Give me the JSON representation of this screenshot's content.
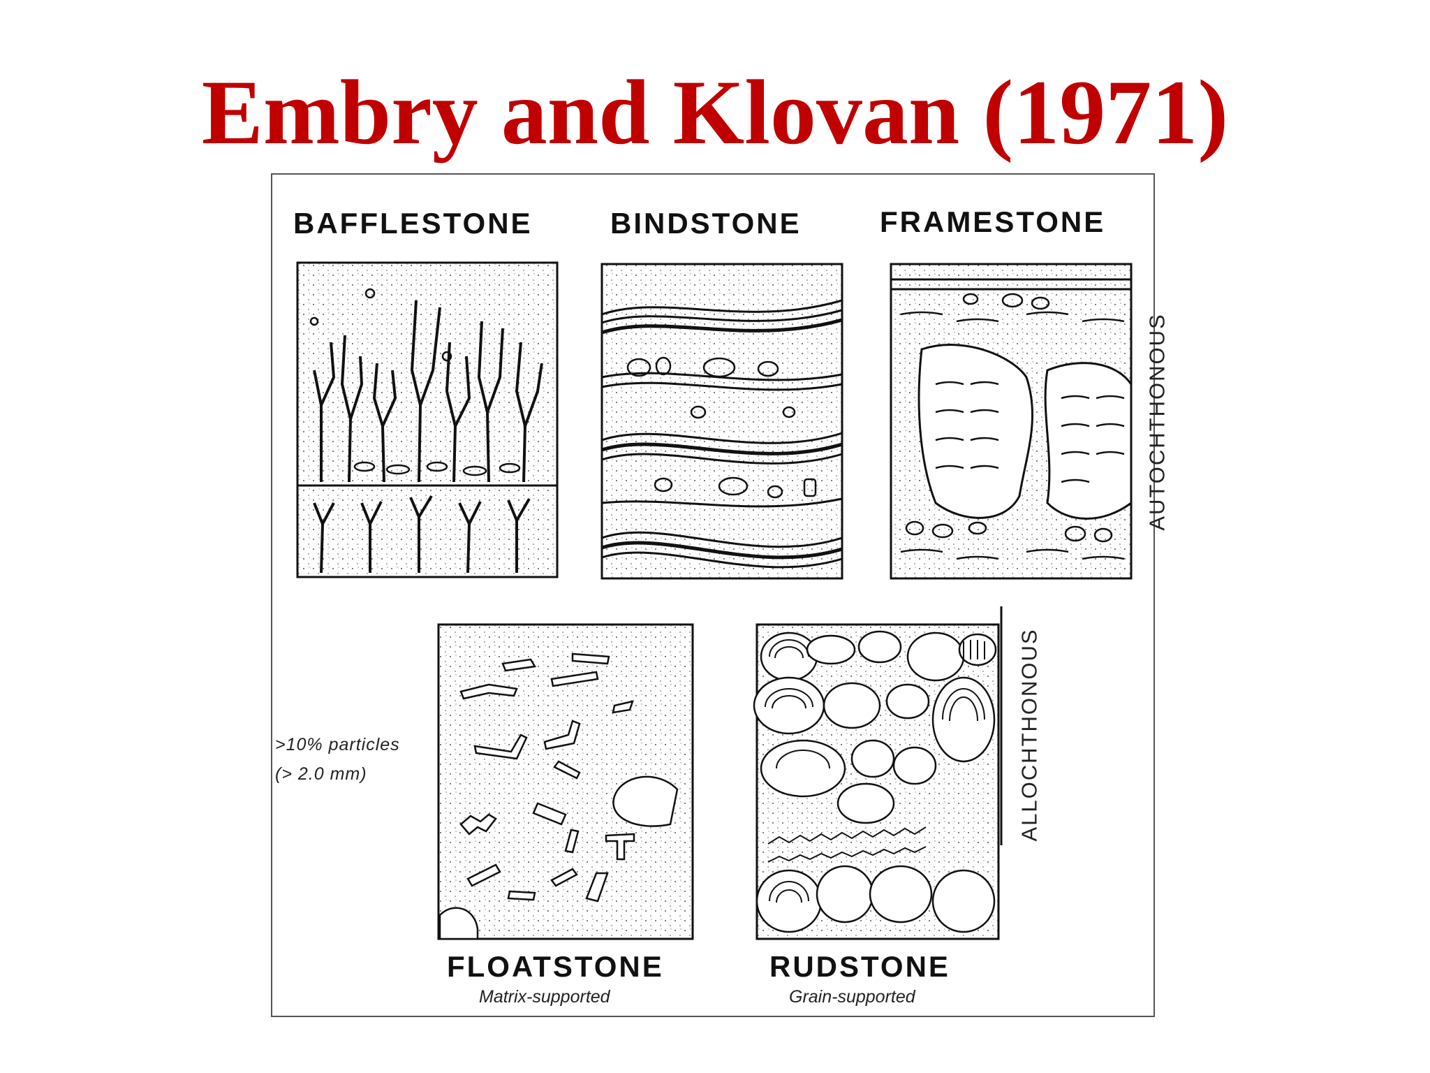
{
  "title": "Embry and Klovan (1971)",
  "panels": {
    "bafflestone": {
      "label": "BAFFLESTONE"
    },
    "bindstone": {
      "label": "BINDSTONE"
    },
    "framestone": {
      "label": "FRAMESTONE"
    },
    "floatstone": {
      "label": "FLOATSTONE",
      "subtitle": "Matrix-supported"
    },
    "rudstone": {
      "label": "RUDSTONE",
      "subtitle": "Grain-supported"
    }
  },
  "side_labels": {
    "autochthonous": "AUTOCHTHONOUS",
    "allochthonous": "ALLOCHTHONOUS"
  },
  "note": {
    "line1": ">10% particles",
    "line2": "(> 2.0 mm)"
  }
}
